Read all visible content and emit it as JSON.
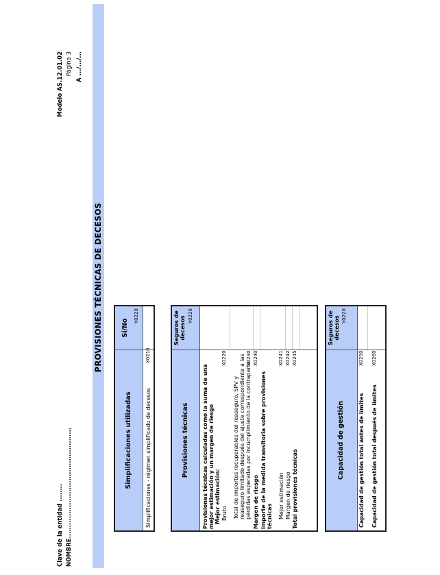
{
  "header": {
    "clave_entidad": "Clave de la entidad ........",
    "nombre": "NOMBRE..................................................",
    "modelo": "Modelo AS.12.01.02",
    "pagina": "Página 3",
    "fecha": "A .../.../..."
  },
  "title": "PROVISIONES TÉCNICAS DE DECESOS",
  "simplificaciones": {
    "header_label": "Simplificaciones utilizadas",
    "column_label": "Sí/No",
    "column_code": "Y0220",
    "rows": [
      {
        "label": "Simplificaciones - régimen simplificado de decesos",
        "code": "X0210",
        "value": ""
      }
    ]
  },
  "provisiones": {
    "header_label": "Provisiones técnicas",
    "column_label_line1": "Seguros de",
    "column_label_line2": "decesos",
    "column_code": "Y0220",
    "rows": [
      {
        "line1": "Provisiones técnicas calculadas como la suma de una",
        "line2": "mejor estimación y un margen de riesgo",
        "code": ""
      },
      {
        "line1": "Mejor estimación:",
        "code": ""
      },
      {
        "line1": "Bruto",
        "code": "X0220"
      },
      {
        "line1": "Total de importes recuperables del reaseguro, SPV y",
        "line2": "reaseguro limitado después del ajuste correspondiente a las",
        "line3": "pérdidas esperadas por incumplimiento de la contraparte",
        "code": "X0230"
      },
      {
        "line1": "Margen de riesgo",
        "code": "X0240"
      },
      {
        "line1": "Importe de la medida transitoria sobre provisiones",
        "line2": "técnicas",
        "code": ""
      },
      {
        "line1": "Mejor estimación",
        "code": "X0241"
      },
      {
        "line1": "Margen de riesgo",
        "code": "X0242"
      },
      {
        "line1": "Total provisiones técnicas",
        "code": "X0245"
      }
    ]
  },
  "capacidad": {
    "header_label": "Capacidad de gestión",
    "column_label_line1": "Seguros de",
    "column_label_line2": "decesos",
    "column_code": "Y0220",
    "rows": [
      {
        "label": "Capacidad de gestión total antes de límites",
        "code": "X0250",
        "value": ""
      },
      {
        "label": "Capacidad de gestión total después de límites",
        "code": "X0260",
        "value": ""
      }
    ]
  },
  "colors": {
    "accent": "#b9cdf9",
    "border": "#222222"
  }
}
